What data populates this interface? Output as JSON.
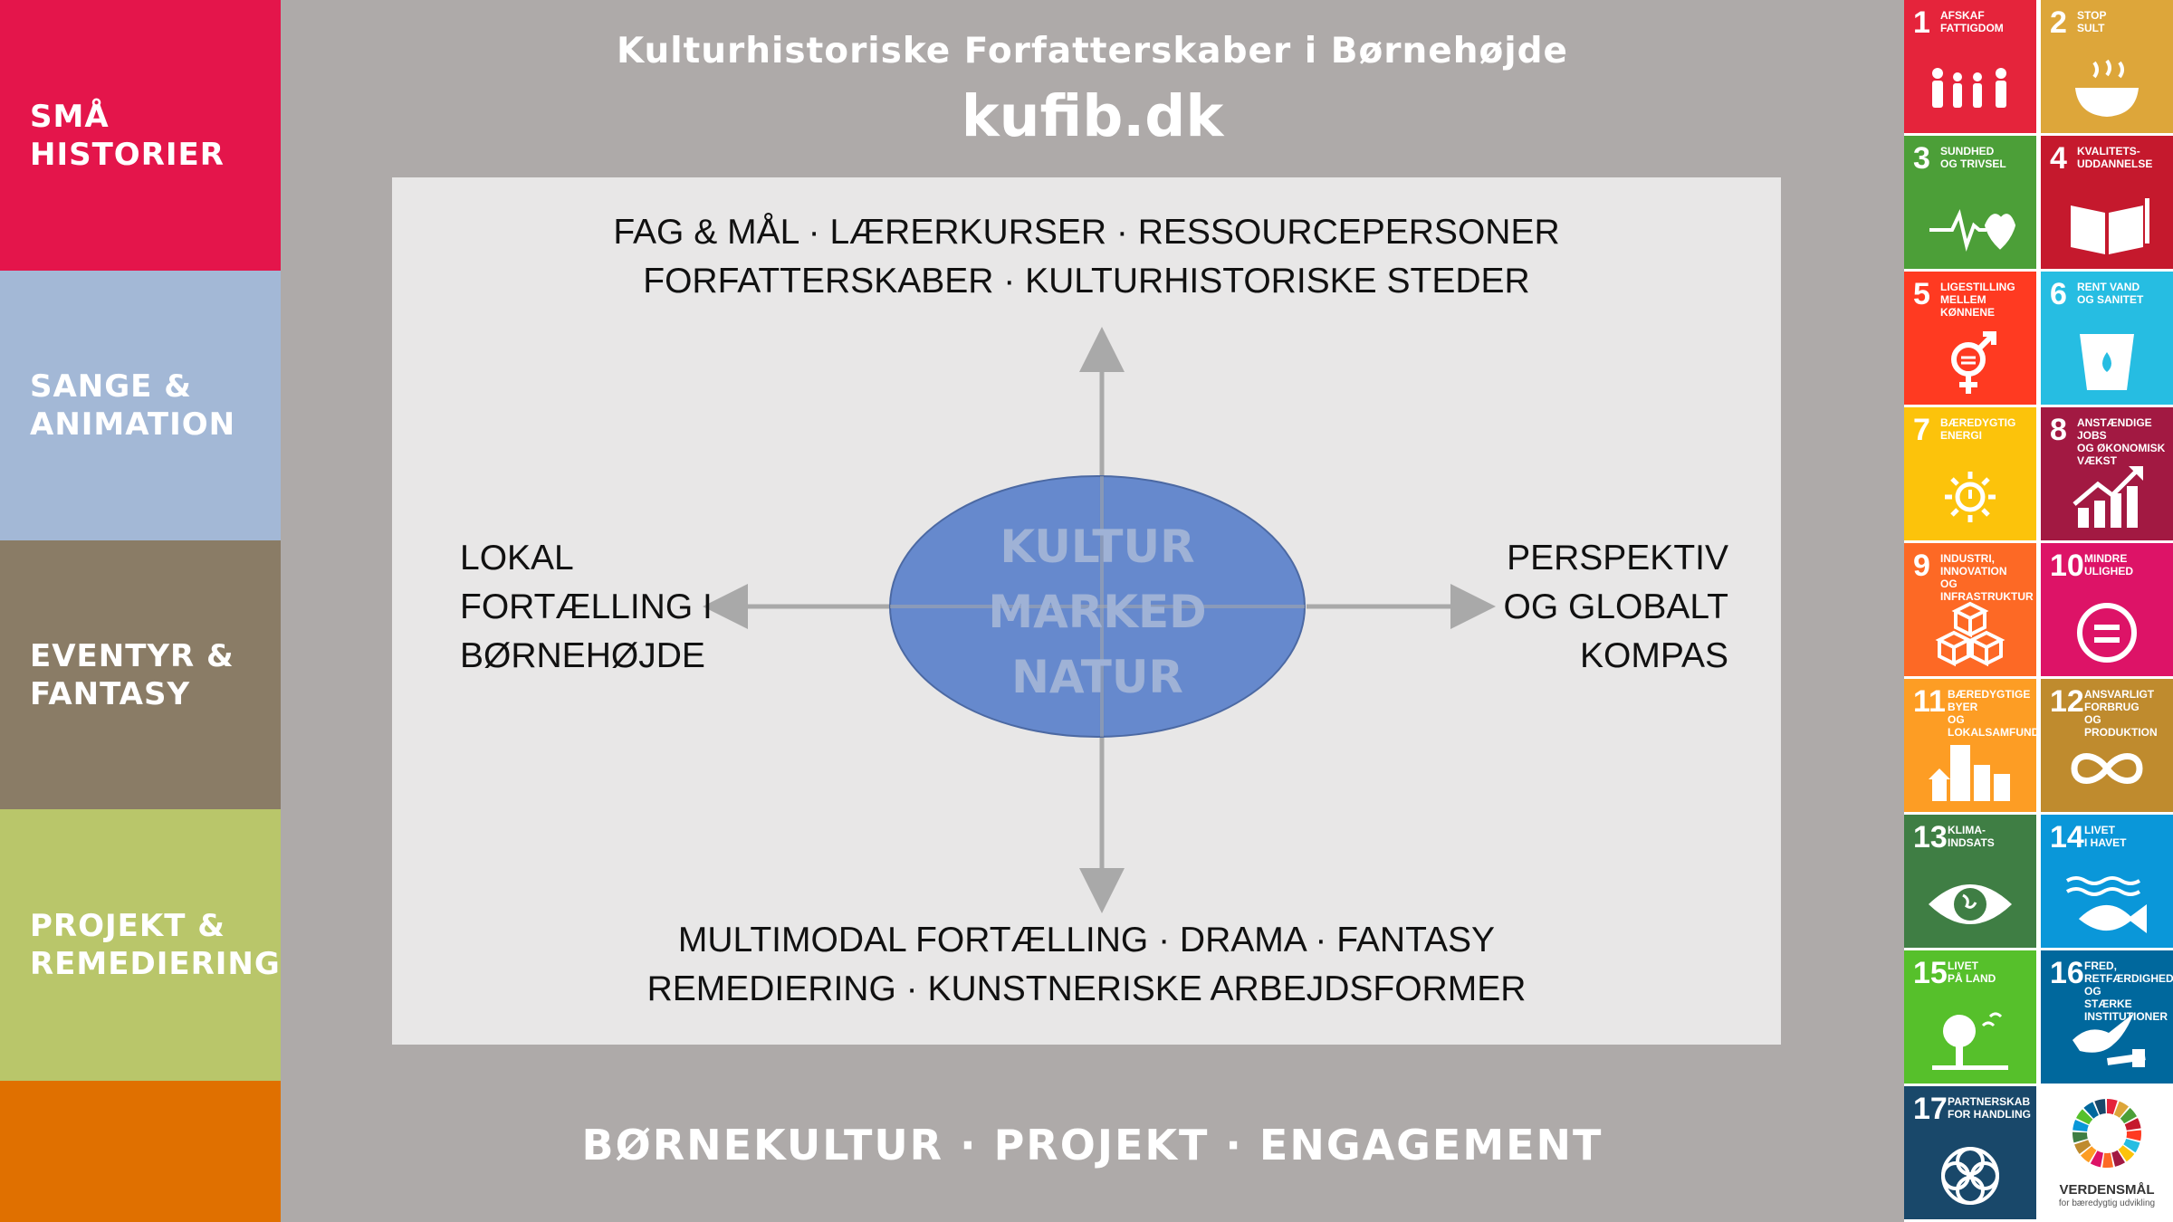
{
  "left_tiles": [
    {
      "label": "SMÅ\nHISTORIER",
      "color": "#e4154b"
    },
    {
      "label": "SANGE &\nANIMATION",
      "color": "#a3b8d6"
    },
    {
      "label": "EVENTYR &\nFANTASY",
      "color": "#8a7c66"
    },
    {
      "label": "PROJEKT &\nREMEDIERING",
      "color": "#b9c66a"
    },
    {
      "label": "",
      "color": "#e07000"
    }
  ],
  "header": {
    "title": "Kulturhistoriske Forfatterskaber i Børnehøjde",
    "url": "kufib.dk"
  },
  "panel": {
    "top_line1": "FAG & MÅL · LÆRERKURSER · RESSOURCEPERSONER",
    "top_line2": "FORFATTERSKABER · KULTURHISTORISKE STEDER",
    "left_line1": "LOKAL",
    "left_line2": "FORTÆLLING I",
    "left_line3": "BØRNEHØJDE",
    "right_line1": "PERSPEKTIV",
    "right_line2": "OG GLOBALT",
    "right_line3": "KOMPAS",
    "center_line1": "KULTUR",
    "center_line2": "MARKED",
    "center_line3": "NATUR",
    "bottom_line1": "MULTIMODAL FORTÆLLING · DRAMA · FANTASY",
    "bottom_line2": "REMEDIERING · KUNSTNERISKE ARBEJDSFORMER",
    "ellipse_color": "#5b82cb",
    "arrow_color": "#a9a9a9"
  },
  "footer": {
    "tagline": "BØRNEKULTUR · PROJEKT · ENGAGEMENT"
  },
  "sdg_goals": [
    {
      "num": "1",
      "label": "AFSKAF\nFATTIGDOM",
      "color": "#e5243b",
      "icon": "people-icon"
    },
    {
      "num": "2",
      "label": "STOP\nSULT",
      "color": "#dda63a",
      "icon": "bowl-icon"
    },
    {
      "num": "3",
      "label": "SUNDHED\nOG TRIVSEL",
      "color": "#4c9f38",
      "icon": "heartbeat-icon"
    },
    {
      "num": "4",
      "label": "KVALITETS-\nUDDANNELSE",
      "color": "#c5192d",
      "icon": "book-icon"
    },
    {
      "num": "5",
      "label": "LIGESTILLING\nMELLEM KØNNENE",
      "color": "#ff3a21",
      "icon": "gender-icon"
    },
    {
      "num": "6",
      "label": "RENT VAND\nOG SANITET",
      "color": "#26bde2",
      "icon": "water-glass-icon"
    },
    {
      "num": "7",
      "label": "BÆREDYGTIG\nENERGI",
      "color": "#fcc30b",
      "icon": "sun-power-icon"
    },
    {
      "num": "8",
      "label": "ANSTÆNDIGE JOBS\nOG ØKONOMISK\nVÆKST",
      "color": "#a21942",
      "icon": "growth-chart-icon"
    },
    {
      "num": "9",
      "label": "INDUSTRI, INNOVATION\nOG INFRASTRUKTUR",
      "color": "#fd6925",
      "icon": "cubes-icon"
    },
    {
      "num": "10",
      "label": "MINDRE\nULIGHED",
      "color": "#dd1367",
      "icon": "equal-icon"
    },
    {
      "num": "11",
      "label": "BÆREDYGTIGE BYER\nOG LOKALSAMFUND",
      "color": "#fd9d24",
      "icon": "city-icon"
    },
    {
      "num": "12",
      "label": "ANSVARLIGT\nFORBRUG\nOG PRODUKTION",
      "color": "#bf8b2e",
      "icon": "infinity-icon"
    },
    {
      "num": "13",
      "label": "KLIMA-\nINDSATS",
      "color": "#3f7e44",
      "icon": "eye-globe-icon"
    },
    {
      "num": "14",
      "label": "LIVET\nI HAVET",
      "color": "#0a97d9",
      "icon": "fish-icon"
    },
    {
      "num": "15",
      "label": "LIVET\nPÅ LAND",
      "color": "#56c02b",
      "icon": "tree-icon"
    },
    {
      "num": "16",
      "label": "FRED, RETFÆRDIGHED OG\nSTÆRKE INSTITUTIONER",
      "color": "#00689d",
      "icon": "dove-icon"
    },
    {
      "num": "17",
      "label": "PARTNERSKAB\nFOR HANDLING",
      "color": "#19486a",
      "icon": "rings-icon"
    }
  ],
  "goals_logo": {
    "label": "VERDENSMÅL",
    "sub": "for bæredygtig udvikling",
    "icon": "sdg-wheel-icon"
  }
}
